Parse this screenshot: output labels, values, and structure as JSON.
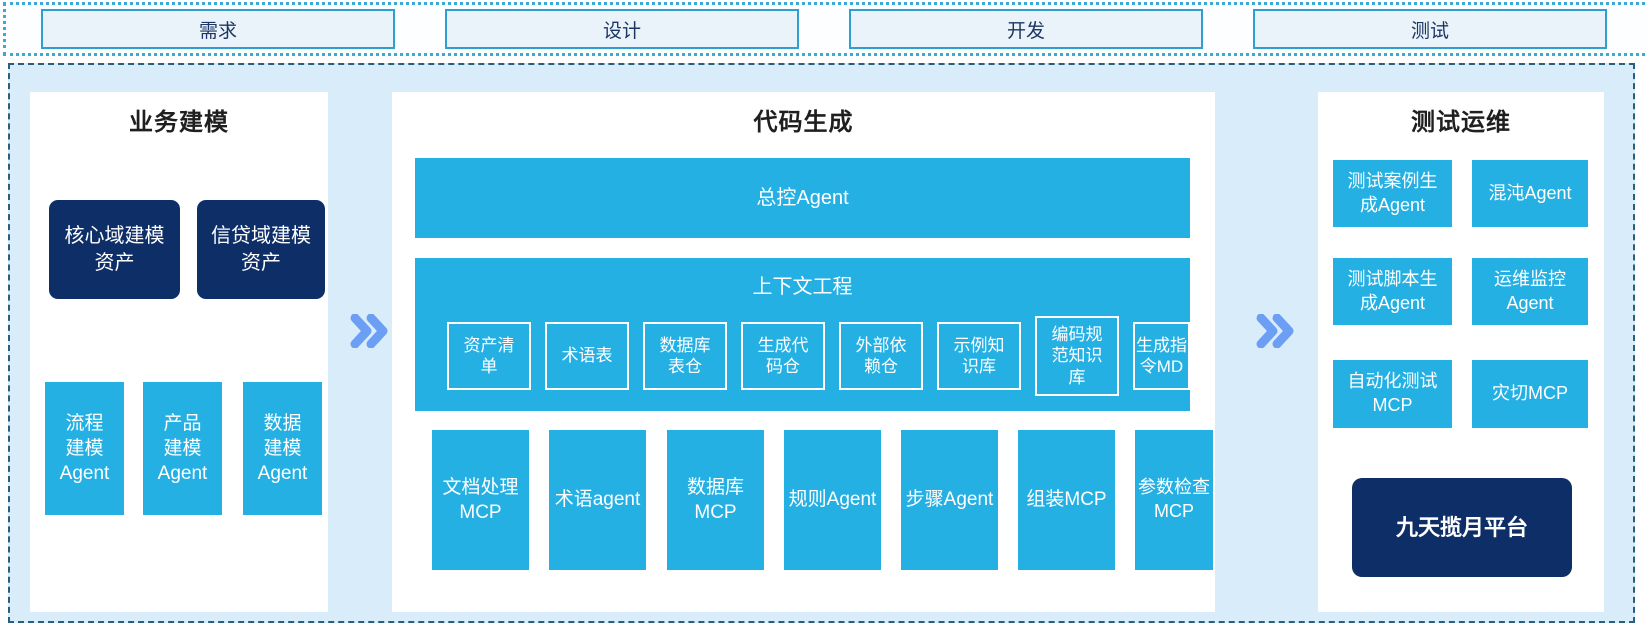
{
  "phases": [
    "需求",
    "设计",
    "开发",
    "测试"
  ],
  "business": {
    "title": "业务建模",
    "assets": [
      "核心域建模\n资产",
      "信贷域建模\n资产"
    ],
    "agents": [
      "流程\n建模\nAgent",
      "产品\n建模\nAgent",
      "数据\n建模\nAgent"
    ]
  },
  "codegen": {
    "title": "代码生成",
    "master_agent": "总控Agent",
    "context": {
      "title": "上下文工程",
      "items": [
        "资产清\n单",
        "术语表",
        "数据库\n表仓",
        "生成代\n码仓",
        "外部依\n赖仓",
        "示例知\n识库",
        "编码规\n范知识\n库",
        "生成指\n令MD"
      ]
    },
    "tools": [
      "文档处理\nMCP",
      "术语agent",
      "数据库\nMCP",
      "规则Agent",
      "步骤Agent",
      "组装MCP",
      "参数检查\nMCP"
    ]
  },
  "testops": {
    "title": "测试运维",
    "boxes": [
      "测试案例生\n成Agent",
      "混沌Agent",
      "测试脚本生\n成Agent",
      "运维监控\nAgent",
      "自动化测试\nMCP",
      "灾切MCP"
    ],
    "platform": "九天揽月平台"
  },
  "arrows": {
    "icon": "chevron-double-right"
  },
  "colors": {
    "cyan": "#25b0e4",
    "navy": "#0d2e66",
    "container_bg": "#d8ecfa",
    "phase_fill": "#eaf3fa",
    "phase_border": "#2d9fd0",
    "dashed_border": "#2a5e7d",
    "arrow": "#6c9ef4"
  }
}
